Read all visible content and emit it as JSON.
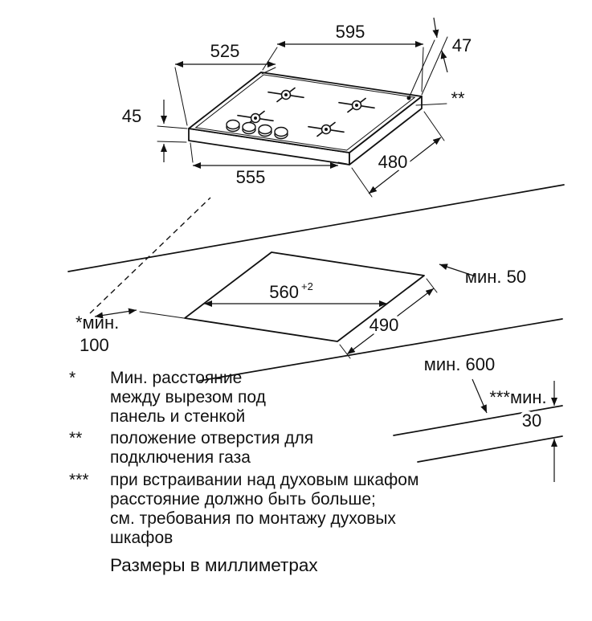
{
  "hob": {
    "dim_top_width": "595",
    "dim_top_depth": "525",
    "dim_height": "45",
    "dim_bottom_width": "555",
    "dim_bottom_depth": "480",
    "dim_gas_offset": "47",
    "gas_marker": "**"
  },
  "worktop": {
    "cutout_width": "560",
    "cutout_width_tol": "+2",
    "cutout_depth": "490",
    "min_back": "мин. 50",
    "min_side_marker": "*мин.",
    "min_side_value": "100",
    "min_front": "мин. 600",
    "min_oven_marker": "***мин.",
    "min_oven_value": "30"
  },
  "footnotes": [
    {
      "marker": "*",
      "lines": [
        "Мин. расстояние",
        "между вырезом под",
        "панель и стенкой"
      ]
    },
    {
      "marker": "**",
      "lines": [
        "положение отверстия для",
        "подключения газа"
      ]
    },
    {
      "marker": "***",
      "lines": [
        "при встраивании над духовым шкафом",
        "расстояние должно быть больше;",
        "см. требования по монтажу духовых",
        "шкафов"
      ]
    }
  ],
  "units_note": "Размеры в миллиметрах"
}
